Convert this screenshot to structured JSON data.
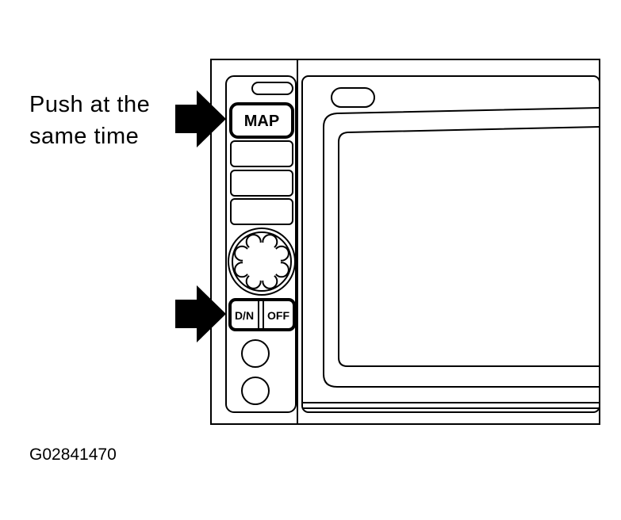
{
  "callout": {
    "line1": "Push at the",
    "line2": "same time"
  },
  "buttons": {
    "map": "MAP",
    "dn": "D/N",
    "off": "OFF"
  },
  "figure_code": "G02841470",
  "colors": {
    "ink": "#000000",
    "paper": "#ffffff"
  }
}
